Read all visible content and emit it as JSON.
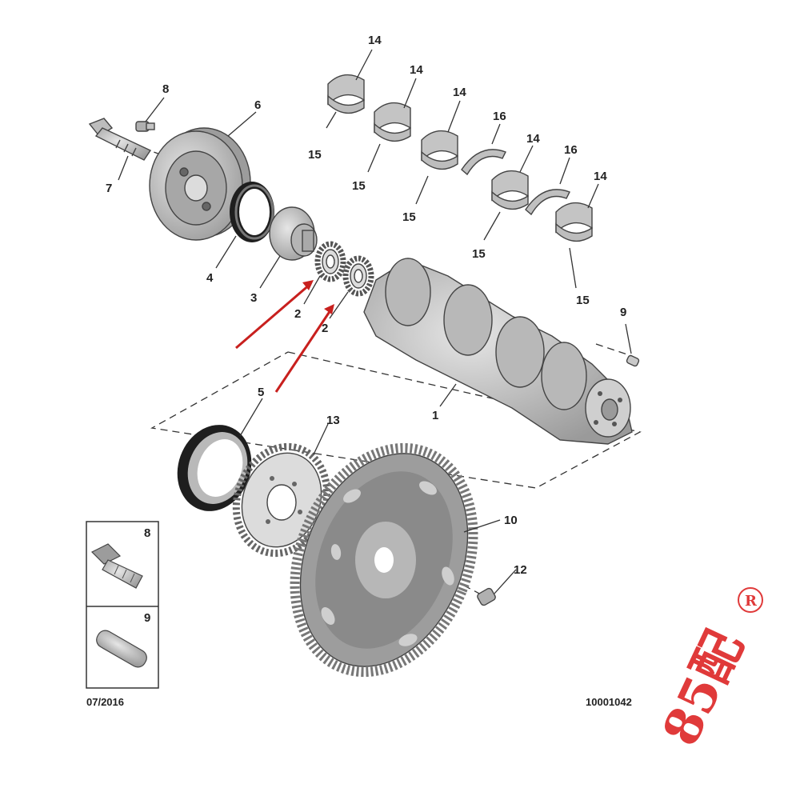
{
  "callouts": {
    "c1": "1",
    "c2a": "2",
    "c2b": "2",
    "c3": "3",
    "c4": "4",
    "c5": "5",
    "c6": "6",
    "c7": "7",
    "c8": "8",
    "c9": "9",
    "c10": "10",
    "c12": "12",
    "c13": "13",
    "c14a": "14",
    "c14b": "14",
    "c14c": "14",
    "c14d": "14",
    "c14e": "14",
    "c15a": "15",
    "c15b": "15",
    "c15c": "15",
    "c15d": "15",
    "c15e": "15",
    "c16a": "16",
    "c16b": "16"
  },
  "inset": {
    "label_top": "8",
    "label_bottom": "9"
  },
  "footer": {
    "date": "07/2016",
    "reference": "10001042"
  },
  "watermark": {
    "text": "85配",
    "registered": "R"
  },
  "colors": {
    "arrow": "#c8201e",
    "part_fill": "#c8c8c8",
    "part_dark": "#8a8a8a",
    "watermark": "#e03a3a"
  }
}
